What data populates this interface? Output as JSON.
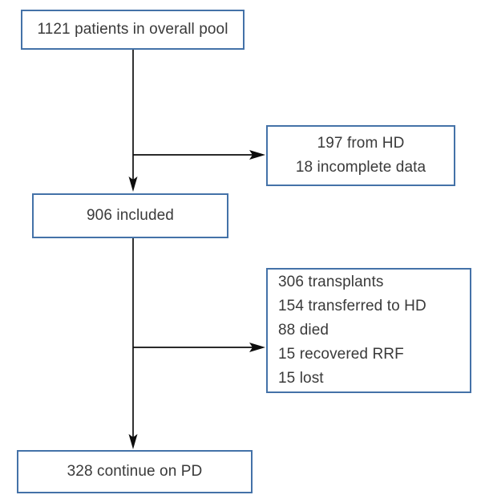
{
  "diagram": {
    "type": "patient-flow-consort-diagram",
    "colors": {
      "box_border": "#4472a8",
      "box_fill": "#ffffff",
      "text": "#3a3a3a",
      "connector": "#0d0d0d",
      "background": "#ffffff"
    },
    "nodes": {
      "overall_pool": {
        "lines": [
          "1121 patients in overall pool"
        ],
        "align": "center"
      },
      "excluded": {
        "lines": [
          "197 from HD",
          "18 incomplete data"
        ],
        "align": "center"
      },
      "included": {
        "lines": [
          "906 included"
        ],
        "align": "center"
      },
      "outcomes": {
        "lines": [
          "306 transplants",
          "154 transferred to HD",
          "88 died",
          "15 recovered RRF",
          "15 lost"
        ],
        "align": "left"
      },
      "continue_pd": {
        "lines": [
          "328 continue on PD"
        ],
        "align": "center"
      }
    },
    "edges": [
      {
        "name": "overall-pool-to-included",
        "direction": "down"
      },
      {
        "name": "overall-pool-to-excluded",
        "direction": "right"
      },
      {
        "name": "included-to-continue-pd",
        "direction": "down"
      },
      {
        "name": "included-to-outcomes",
        "direction": "right"
      }
    ]
  }
}
